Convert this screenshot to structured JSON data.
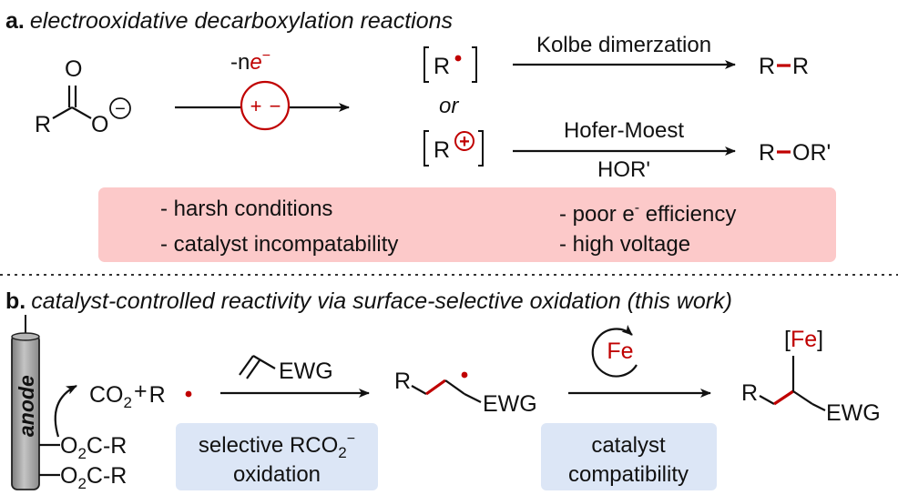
{
  "panel_a": {
    "letter": "a.",
    "title": "electrooxidative decarboxylation reactions",
    "reactant": {
      "o_top": "O",
      "o_minus": "O",
      "r": "R",
      "minus": "−"
    },
    "arrow_label_prefix": "-n",
    "arrow_label_e": "e",
    "arrow_label_sup": "−",
    "electrode_symbols": {
      "plus": "+",
      "minus": "−"
    },
    "intermediate_radical": "R",
    "or_text": "or",
    "intermediate_cation": "R",
    "cation_symbol": "+",
    "path1_label": "Kolbe dimerzation",
    "path1_product": {
      "left": "R",
      "right": "R"
    },
    "path2_label_top": "Hofer-Moest",
    "path2_label_bottom": "HOR'",
    "path2_product": {
      "left": "R",
      "right": "OR'"
    },
    "drawbacks_left": [
      "- harsh conditions",
      "- catalyst incompatability"
    ],
    "drawbacks_right_1": {
      "pre": "- poor e",
      "sup": "-",
      "post": " efficiency"
    },
    "drawbacks_right_2": "- high voltage",
    "box_color": "#fcc9c9"
  },
  "panel_b": {
    "letter": "b.",
    "title": "catalyst-controlled reactivity via surface-selective oxidation (this work)",
    "anode_label": "anode",
    "carboxylate_1": {
      "o": "O",
      "sub": "2",
      "rest": "C-R"
    },
    "carboxylate_2": {
      "o": "O",
      "sub": "2",
      "rest": "C-R"
    },
    "co2": {
      "c": "CO",
      "sub": "2",
      "plus": "+",
      "r": "R"
    },
    "alkene_label": "EWG",
    "intermediate": {
      "r": "R",
      "ewg": "EWG"
    },
    "fe_catalyst": "Fe",
    "product": {
      "r": "R",
      "fe": "Fe",
      "lb": "[",
      "rb": "]",
      "ewg": "EWG"
    },
    "box1": {
      "line1_pre": "selective RCO",
      "line1_sub": "2",
      "line1_sup": "−",
      "line2": "oxidation"
    },
    "box2": {
      "line1": "catalyst",
      "line2": "compatibility"
    },
    "box_color": "#dce6f6"
  },
  "colors": {
    "accent_red": "#c00000",
    "anode_gray": "#9a9a9a"
  }
}
